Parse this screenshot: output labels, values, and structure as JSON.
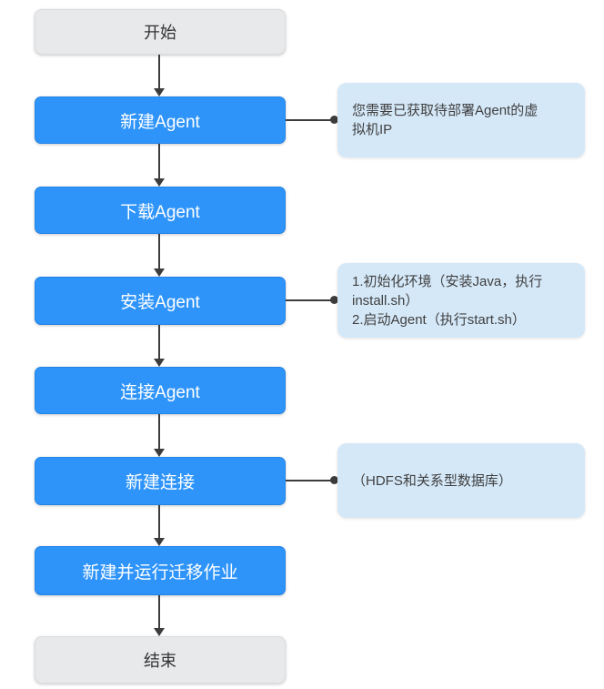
{
  "flow": {
    "nodes": [
      {
        "id": "start",
        "type": "terminal",
        "label": "开始"
      },
      {
        "id": "create-agent",
        "type": "process",
        "label": "新建Agent"
      },
      {
        "id": "download-agent",
        "type": "process",
        "label": "下载Agent"
      },
      {
        "id": "install-agent",
        "type": "process",
        "label": "安装Agent"
      },
      {
        "id": "connect-agent",
        "type": "process",
        "label": "连接Agent"
      },
      {
        "id": "create-connection",
        "type": "process",
        "label": "新建连接"
      },
      {
        "id": "create-run-job",
        "type": "process",
        "label": "新建并运行迁移作业"
      },
      {
        "id": "end",
        "type": "terminal",
        "label": "结束"
      }
    ],
    "edges": [
      "start->create-agent",
      "create-agent->download-agent",
      "download-agent->install-agent",
      "install-agent->connect-agent",
      "connect-agent->create-connection",
      "create-connection->create-run-job",
      "create-run-job->end"
    ],
    "annotations": [
      {
        "target": "create-agent",
        "lines": [
          "您需要已获取待部署Agent的虚",
          "拟机IP"
        ]
      },
      {
        "target": "install-agent",
        "lines": [
          "1.初始化环境（安装Java，执行",
          "install.sh）",
          "2.启动Agent（执行start.sh）"
        ]
      },
      {
        "target": "create-connection",
        "lines": [
          "（HDFS和关系型数据库）"
        ]
      }
    ],
    "colors": {
      "process_fill": "#2e94fa",
      "process_border": "#2484e6",
      "process_text": "#ffffff",
      "terminal_fill": "#e8e9eb",
      "terminal_border": "#dbdcde",
      "terminal_text": "#333333",
      "annotation_fill": "#d5e8f8",
      "annotation_text": "#404040",
      "arrow": "#3c3c3c"
    }
  }
}
